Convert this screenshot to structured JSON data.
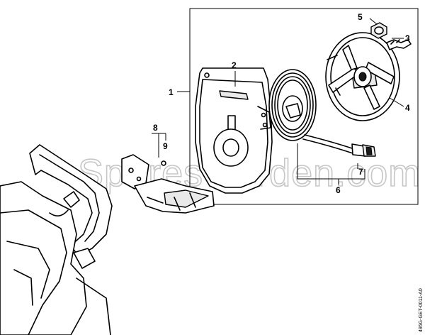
{
  "diagram": {
    "callouts": [
      "1",
      "2",
      "3",
      "4",
      "5",
      "6",
      "7",
      "8",
      "9"
    ],
    "watermark": "SparesGarden.com",
    "doc_code": "495G-GET-0011-A0"
  },
  "parts": {
    "housing": "hose-reel-housing",
    "reel": "hose-reel-drum",
    "hose": "coiled-hose",
    "bracket": "mounting-bracket",
    "machine": "pressure-washer-frame"
  }
}
